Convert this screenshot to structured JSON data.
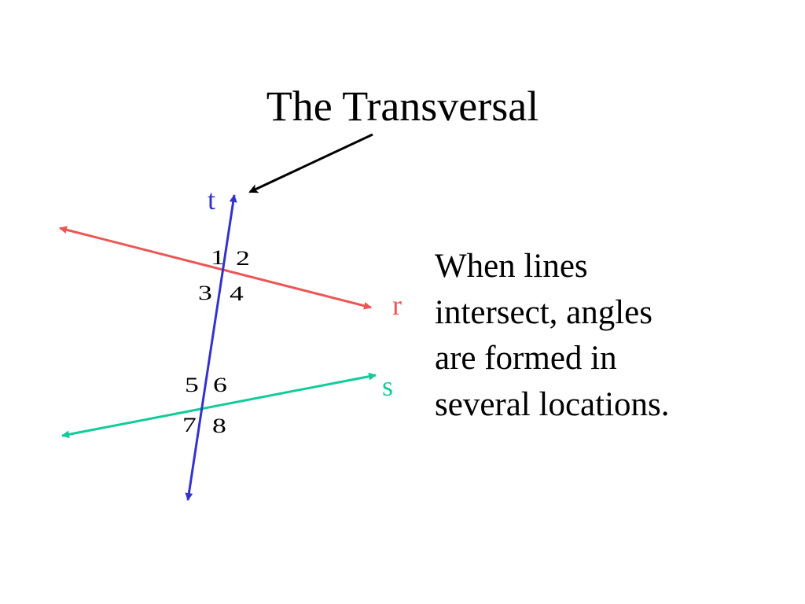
{
  "slide": {
    "title": "The Transversal",
    "body_lines": [
      "When lines",
      "intersect, angles",
      "are formed in",
      "several locations."
    ]
  },
  "diagram": {
    "line_labels": {
      "transversal": "t",
      "line_r": "r",
      "line_s": "s"
    },
    "angle_labels": {
      "a1": "1",
      "a2": "2",
      "a3": "3",
      "a4": "4",
      "a5": "5",
      "a6": "6",
      "a7": "7",
      "a8": "8"
    },
    "colors": {
      "transversal": "#3333cc",
      "line_r": "#ee5555",
      "line_s": "#11cc99",
      "pointer_arrow": "#000000",
      "angle_labels": "#000000"
    }
  }
}
